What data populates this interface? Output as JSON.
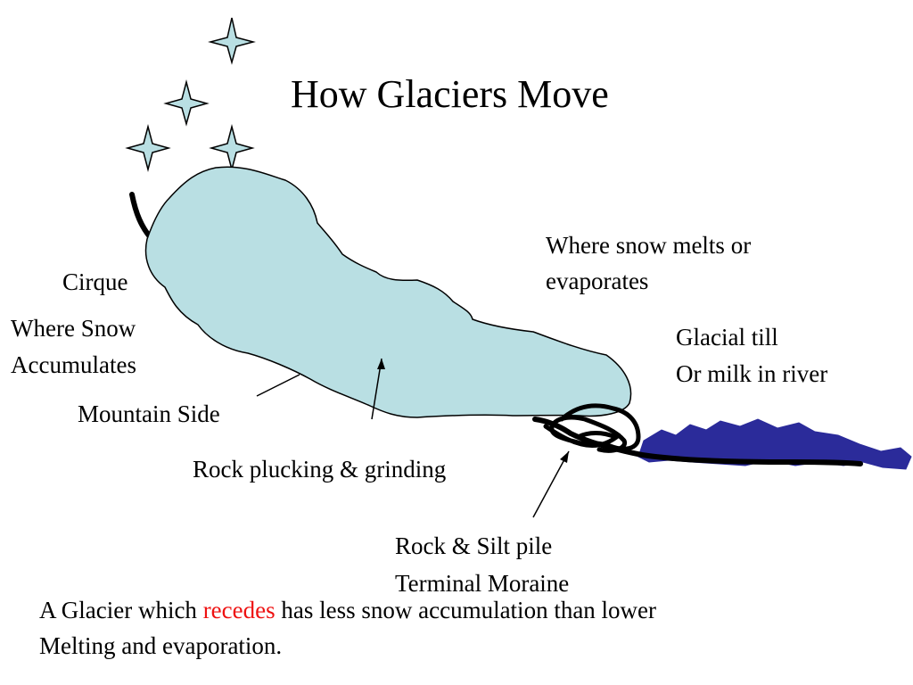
{
  "slide": {
    "title": "How Glaciers Move",
    "labels": {
      "cirque": "Cirque",
      "accumulation": [
        "Where Snow",
        "Accumulates"
      ],
      "mountain_side": "Mountain Side",
      "plucking": "Rock plucking & grinding",
      "melt": [
        "Where snow melts or",
        "evaporates"
      ],
      "till": [
        "Glacial till",
        "Or milk in river"
      ],
      "moraine": [
        "Rock & Silt pile",
        "Terminal Moraine"
      ]
    },
    "caption": {
      "before": "A Glacier which ",
      "highlight": "recedes",
      "after": " has less snow accumulation than lower",
      "line2": "Melting and evaporation."
    }
  },
  "colors": {
    "glacier_fill": "#b9dfe3",
    "river_fill": "#2b2b9a",
    "star_fill": "#b9dfe3",
    "highlight": "#ee1111"
  },
  "icons": [
    "star-icon",
    "star-icon",
    "star-icon",
    "star-icon"
  ]
}
